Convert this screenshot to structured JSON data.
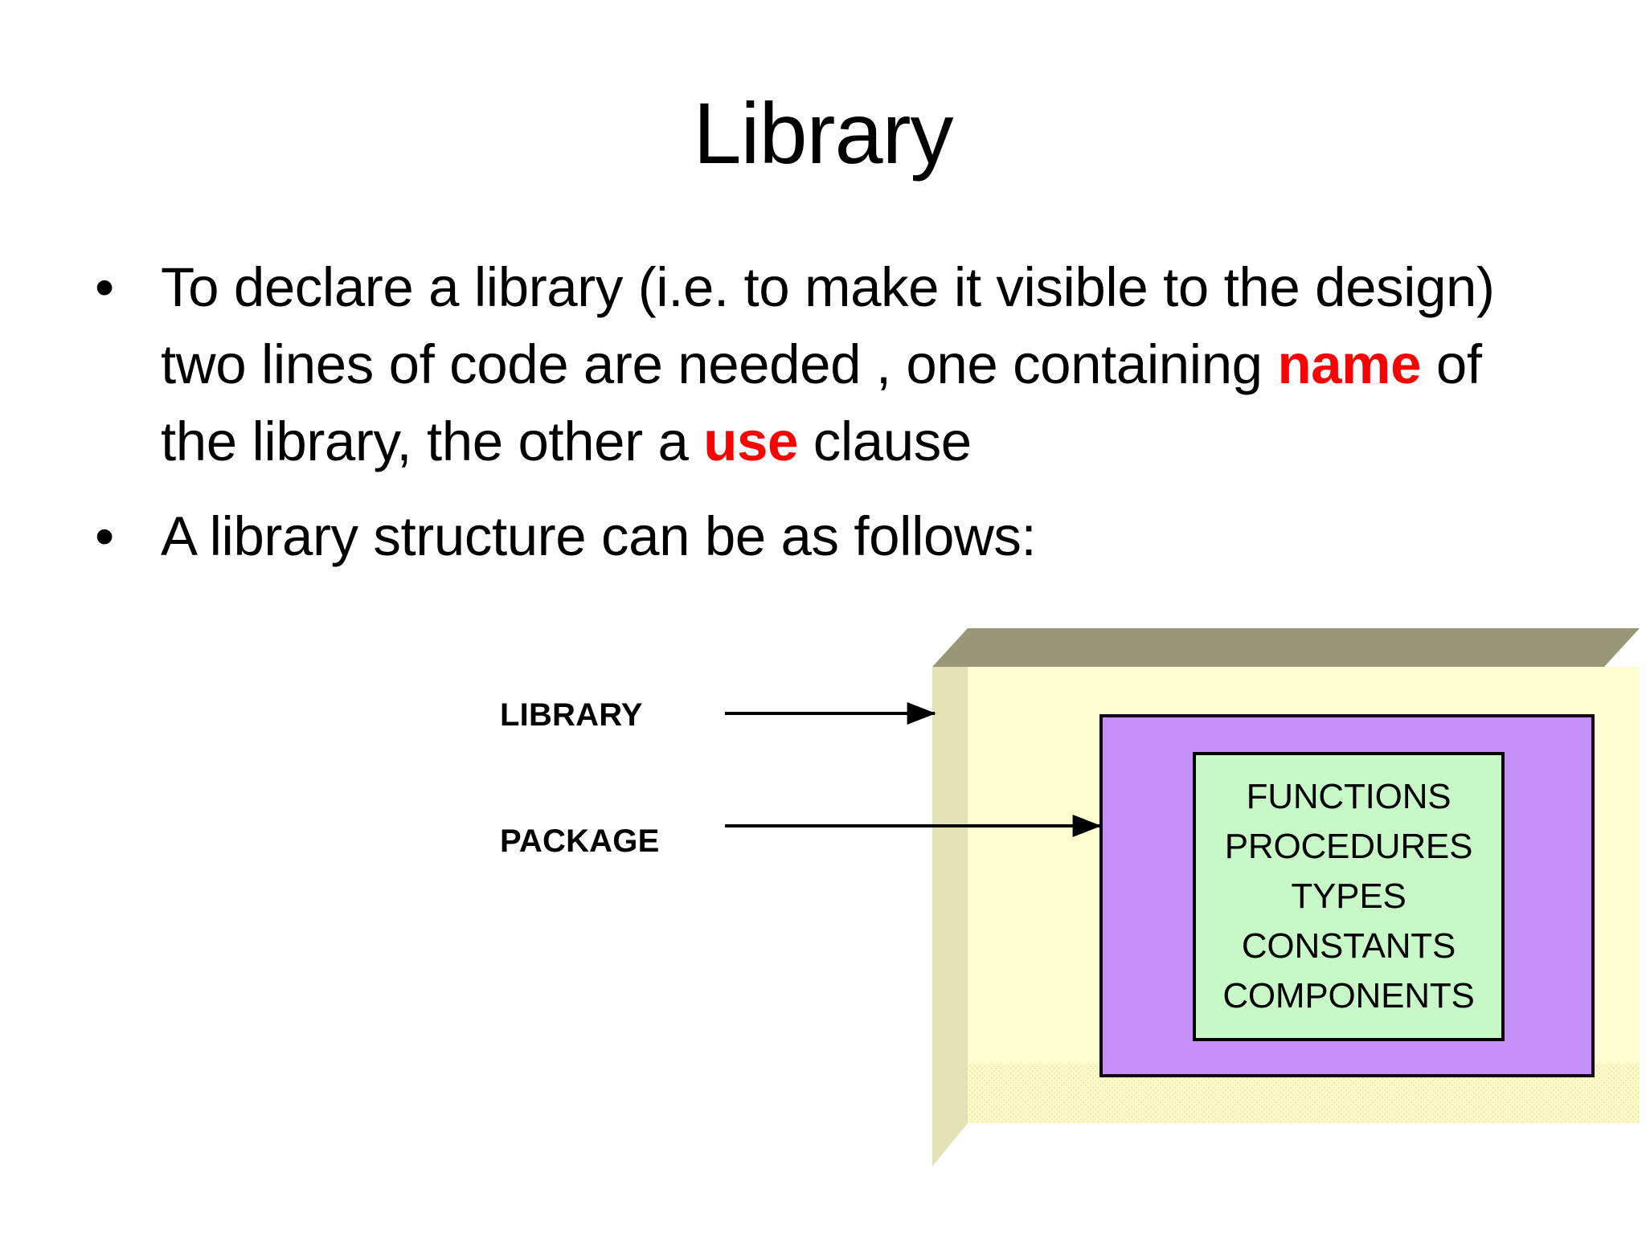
{
  "slide": {
    "title": "Library",
    "bullets": [
      {
        "marker": "•",
        "segments": [
          {
            "text": "To declare a library (i.e. to make it visible to the design) two lines of code are needed , one containing ",
            "style": "normal"
          },
          {
            "text": "name",
            "style": "red-bold"
          },
          {
            "text": " of the library, the other a ",
            "style": "normal"
          },
          {
            "text": "use",
            "style": "red-bold"
          },
          {
            "text": " clause",
            "style": "normal"
          }
        ],
        "plain": "To declare a library (i.e. to make it visible to the design) two lines of code are needed , one containing name of the library, the other a use clause"
      },
      {
        "marker": "•",
        "segments": [
          {
            "text": "A library structure can be as follows:",
            "style": "normal"
          }
        ],
        "plain": "A library structure can be as follows:"
      }
    ]
  },
  "diagram": {
    "callouts": [
      {
        "label": "LIBRARY",
        "target": "library-box"
      },
      {
        "label": "PACKAGE",
        "target": "package-box"
      }
    ],
    "contents": [
      "FUNCTIONS",
      "PROCEDURES",
      "TYPES",
      "CONSTANTS",
      "COMPONENTS"
    ],
    "colors": {
      "library_front": "#FDFDD0",
      "library_top": "#979878",
      "library_left": "#E3E2B4",
      "package": "#C490F8",
      "contents": "#C8F8C8",
      "outline": "#000000",
      "accent_red": "#FF0000"
    }
  }
}
